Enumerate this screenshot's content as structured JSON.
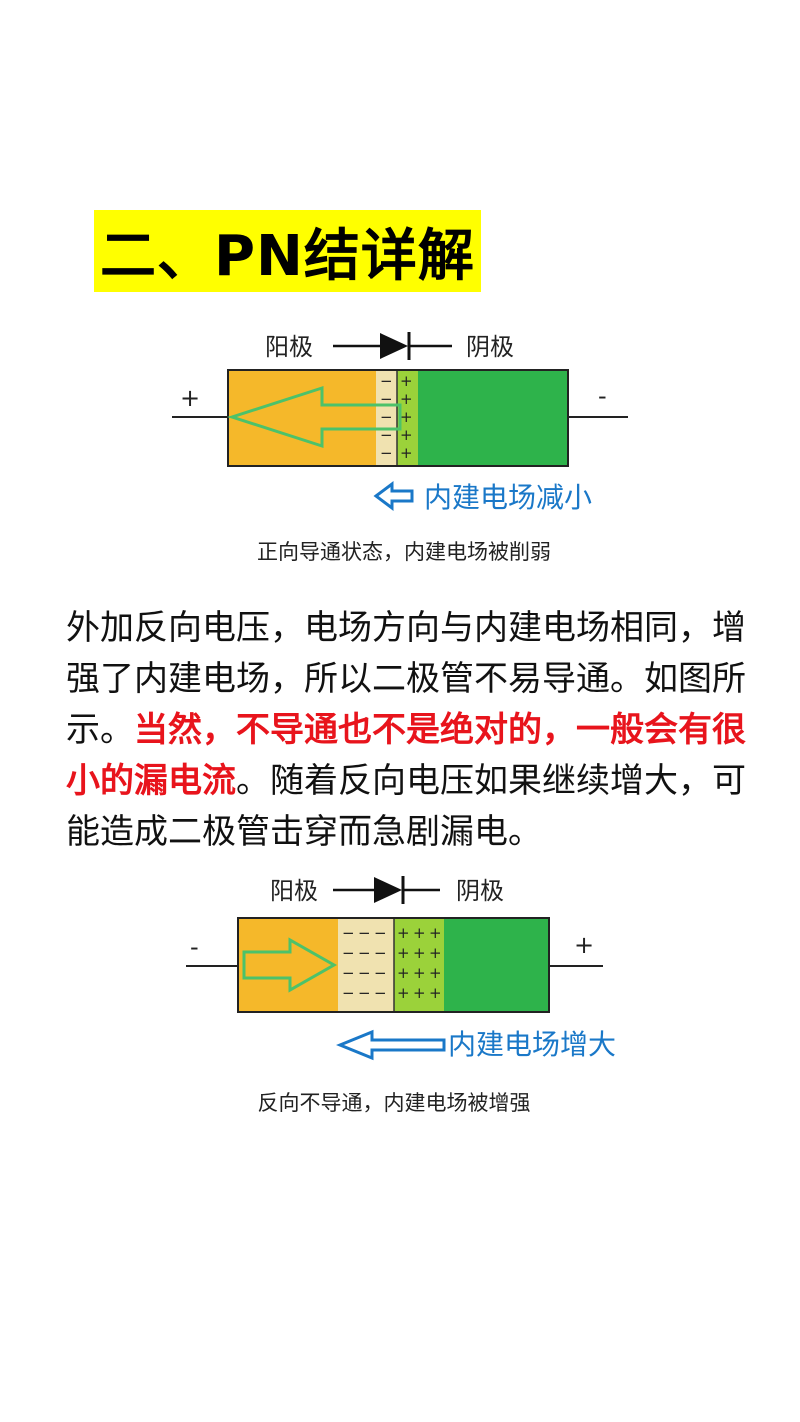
{
  "title": "二、PN结详解",
  "colors": {
    "highlight": "#ffff00",
    "p_region": "#f5b82a",
    "n_region": "#2eb34b",
    "depletion_p": "#f0e2b0",
    "depletion_n": "#9bd23a",
    "label_blue": "#1a78c8",
    "emphasis_red": "#e8141c"
  },
  "diagram1": {
    "anode_label": "阳极",
    "cathode_label": "阴极",
    "left_terminal": "+",
    "right_terminal": "-",
    "p_side_charge": "−",
    "n_side_charge": "+",
    "field_label": "内建电场减小",
    "caption": "正向导通状态，内建电场被削弱"
  },
  "paragraph": {
    "part1": "外加反向电压，电场方向与内建电场相同，增强了内建电场，所以二极管不易导通。如图所示。",
    "part2_red": "当然，不导通也不是绝对的，一般会有很小的漏电流",
    "part3": "。随着反向电压如果继续增大，可能造成二极管击穿而急剧漏电。"
  },
  "diagram2": {
    "anode_label": "阳极",
    "cathode_label": "阴极",
    "left_terminal": "-",
    "right_terminal": "+",
    "p_side_charge": "−",
    "n_side_charge": "+",
    "field_label": "内建电场增大",
    "caption": "反向不导通，内建电场被增强"
  }
}
